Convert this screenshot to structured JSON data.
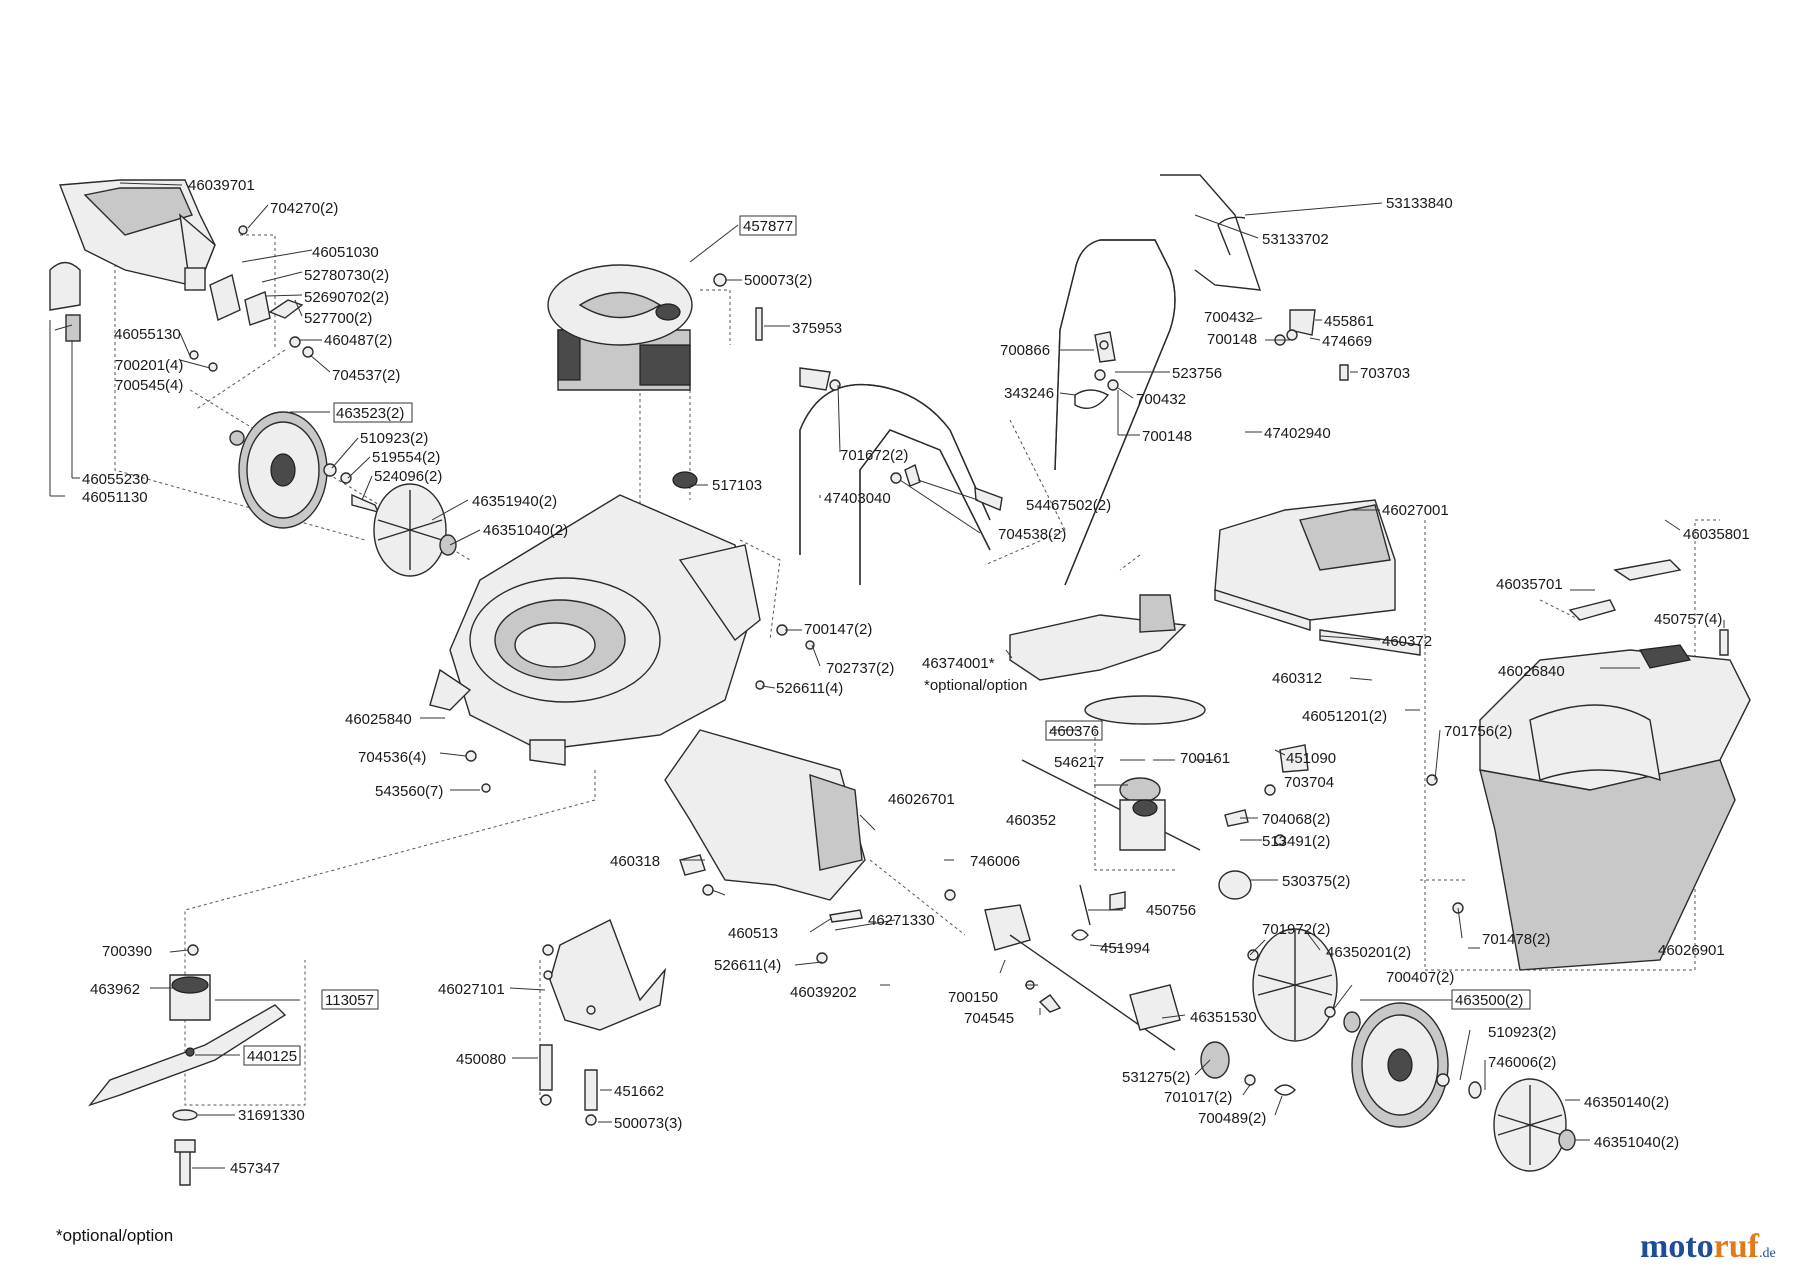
{
  "colors": {
    "line": "#2b2b2b",
    "logo_blue": "#1f4e96",
    "logo_orange": "#e07a1a"
  },
  "footnote": "*optional/option",
  "logo": {
    "part1": "moto",
    "part2": "ruf",
    "part3": ".de"
  },
  "labels": [
    {
      "id": "46039701",
      "text": "46039701",
      "boxed": false
    },
    {
      "id": "704270-2",
      "text": "704270(2)",
      "boxed": false
    },
    {
      "id": "46051030",
      "text": "46051030",
      "boxed": false
    },
    {
      "id": "52780730-2",
      "text": "52780730(2)",
      "boxed": false
    },
    {
      "id": "52690702-2",
      "text": "52690702(2)",
      "boxed": false
    },
    {
      "id": "527700-2",
      "text": "527700(2)",
      "boxed": false
    },
    {
      "id": "46055130",
      "text": "46055130",
      "boxed": false
    },
    {
      "id": "460487-2",
      "text": "460487(2)",
      "boxed": false
    },
    {
      "id": "700201-4",
      "text": "700201(4)",
      "boxed": false
    },
    {
      "id": "700545-4",
      "text": "700545(4)",
      "boxed": false
    },
    {
      "id": "704537-2",
      "text": "704537(2)",
      "boxed": false
    },
    {
      "id": "463523-2",
      "text": "463523(2)",
      "boxed": true
    },
    {
      "id": "510923-2a",
      "text": "510923(2)",
      "boxed": false
    },
    {
      "id": "519554-2",
      "text": "519554(2)",
      "boxed": false
    },
    {
      "id": "524096-2",
      "text": "524096(2)",
      "boxed": false
    },
    {
      "id": "46055230",
      "text": "46055230",
      "boxed": false
    },
    {
      "id": "46051130",
      "text": "46051130",
      "boxed": false
    },
    {
      "id": "46351940-2",
      "text": "46351940(2)",
      "boxed": false
    },
    {
      "id": "46351040-2a",
      "text": "46351040(2)",
      "boxed": false
    },
    {
      "id": "457877",
      "text": "457877",
      "boxed": true
    },
    {
      "id": "500073-2",
      "text": "500073(2)",
      "boxed": false
    },
    {
      "id": "375953",
      "text": "375953",
      "boxed": false
    },
    {
      "id": "517103",
      "text": "517103",
      "boxed": false
    },
    {
      "id": "701672-2",
      "text": "701672(2)",
      "boxed": false
    },
    {
      "id": "47403040",
      "text": "47403040",
      "boxed": false
    },
    {
      "id": "54467502-2",
      "text": "54467502(2)",
      "boxed": false
    },
    {
      "id": "704538-2",
      "text": "704538(2)",
      "boxed": false
    },
    {
      "id": "700147-2",
      "text": "700147(2)",
      "boxed": false
    },
    {
      "id": "702737-2",
      "text": "702737(2)",
      "boxed": false
    },
    {
      "id": "526611-4a",
      "text": "526611(4)",
      "boxed": false
    },
    {
      "id": "46025840",
      "text": "46025840",
      "boxed": false
    },
    {
      "id": "704536-4",
      "text": "704536(4)",
      "boxed": false
    },
    {
      "id": "543560-7",
      "text": "543560(7)",
      "boxed": false
    },
    {
      "id": "53133840",
      "text": "53133840",
      "boxed": false
    },
    {
      "id": "53133702",
      "text": "53133702",
      "boxed": false
    },
    {
      "id": "700432a",
      "text": "700432",
      "boxed": false
    },
    {
      "id": "455861",
      "text": "455861",
      "boxed": false
    },
    {
      "id": "700148a",
      "text": "700148",
      "boxed": false
    },
    {
      "id": "474669",
      "text": "474669",
      "boxed": false
    },
    {
      "id": "700866",
      "text": "700866",
      "boxed": false
    },
    {
      "id": "523756",
      "text": "523756",
      "boxed": false
    },
    {
      "id": "703703",
      "text": "703703",
      "boxed": false
    },
    {
      "id": "343246",
      "text": "343246",
      "boxed": false
    },
    {
      "id": "700432b",
      "text": "700432",
      "boxed": false
    },
    {
      "id": "700148b",
      "text": "700148",
      "boxed": false
    },
    {
      "id": "47402940",
      "text": "47402940",
      "boxed": false
    },
    {
      "id": "46027001",
      "text": "46027001",
      "boxed": false
    },
    {
      "id": "46374001",
      "text": "46374001*",
      "boxed": false
    },
    {
      "id": "optional-note",
      "text": "*optional/option",
      "boxed": false
    },
    {
      "id": "460372",
      "text": "460372",
      "boxed": false
    },
    {
      "id": "460312",
      "text": "460312",
      "boxed": false
    },
    {
      "id": "46051201-2",
      "text": "46051201(2)",
      "boxed": false
    },
    {
      "id": "46035801",
      "text": "46035801",
      "boxed": false
    },
    {
      "id": "46035701",
      "text": "46035701",
      "boxed": false
    },
    {
      "id": "450757-4",
      "text": "450757(4)",
      "boxed": false
    },
    {
      "id": "46026840",
      "text": "46026840",
      "boxed": false
    },
    {
      "id": "701756-2",
      "text": "701756(2)",
      "boxed": false
    },
    {
      "id": "460376",
      "text": "460376",
      "boxed": true
    },
    {
      "id": "546217",
      "text": "546217",
      "boxed": false
    },
    {
      "id": "700161",
      "text": "700161",
      "boxed": false
    },
    {
      "id": "451090",
      "text": "451090",
      "boxed": false
    },
    {
      "id": "703704",
      "text": "703704",
      "boxed": false
    },
    {
      "id": "460352",
      "text": "460352",
      "boxed": false
    },
    {
      "id": "704068-2",
      "text": "704068(2)",
      "boxed": false
    },
    {
      "id": "513491-2",
      "text": "513491(2)",
      "boxed": false
    },
    {
      "id": "530375-2",
      "text": "530375(2)",
      "boxed": false
    },
    {
      "id": "46026701",
      "text": "46026701",
      "boxed": false
    },
    {
      "id": "460318",
      "text": "460318",
      "boxed": false
    },
    {
      "id": "746006",
      "text": "746006",
      "boxed": false
    },
    {
      "id": "450756",
      "text": "450756",
      "boxed": false
    },
    {
      "id": "451994",
      "text": "451994",
      "boxed": false
    },
    {
      "id": "701478-2",
      "text": "701478(2)",
      "boxed": false
    },
    {
      "id": "46026901",
      "text": "46026901",
      "boxed": false
    },
    {
      "id": "460513",
      "text": "460513",
      "boxed": false
    },
    {
      "id": "46271330",
      "text": "46271330",
      "boxed": false
    },
    {
      "id": "526611-4b",
      "text": "526611(4)",
      "boxed": false
    },
    {
      "id": "46039202",
      "text": "46039202",
      "boxed": false
    },
    {
      "id": "700150",
      "text": "700150",
      "boxed": false
    },
    {
      "id": "704545",
      "text": "704545",
      "boxed": false
    },
    {
      "id": "701972-2",
      "text": "701972(2)",
      "boxed": false
    },
    {
      "id": "46350201-2",
      "text": "46350201(2)",
      "boxed": false
    },
    {
      "id": "700407-2",
      "text": "700407(2)",
      "boxed": false
    },
    {
      "id": "463500-2",
      "text": "463500(2)",
      "boxed": true
    },
    {
      "id": "46351530",
      "text": "46351530",
      "boxed": false
    },
    {
      "id": "510923-2b",
      "text": "510923(2)",
      "boxed": false
    },
    {
      "id": "746006-2",
      "text": "746006(2)",
      "boxed": false
    },
    {
      "id": "531275-2",
      "text": "531275(2)",
      "boxed": false
    },
    {
      "id": "701017-2",
      "text": "701017(2)",
      "boxed": false
    },
    {
      "id": "700489-2",
      "text": "700489(2)",
      "boxed": false
    },
    {
      "id": "46350140-2",
      "text": "46350140(2)",
      "boxed": false
    },
    {
      "id": "46351040-2b",
      "text": "46351040(2)",
      "boxed": false
    },
    {
      "id": "700390",
      "text": "700390",
      "boxed": false
    },
    {
      "id": "463962",
      "text": "463962",
      "boxed": false
    },
    {
      "id": "113057",
      "text": "113057",
      "boxed": true
    },
    {
      "id": "440125",
      "text": "440125",
      "boxed": true
    },
    {
      "id": "31691330",
      "text": "31691330",
      "boxed": false
    },
    {
      "id": "457347",
      "text": "457347",
      "boxed": false
    },
    {
      "id": "46027101",
      "text": "46027101",
      "boxed": false
    },
    {
      "id": "450080",
      "text": "450080",
      "boxed": false
    },
    {
      "id": "451662",
      "text": "451662",
      "boxed": false
    },
    {
      "id": "500073-3",
      "text": "500073(3)",
      "boxed": false
    }
  ]
}
